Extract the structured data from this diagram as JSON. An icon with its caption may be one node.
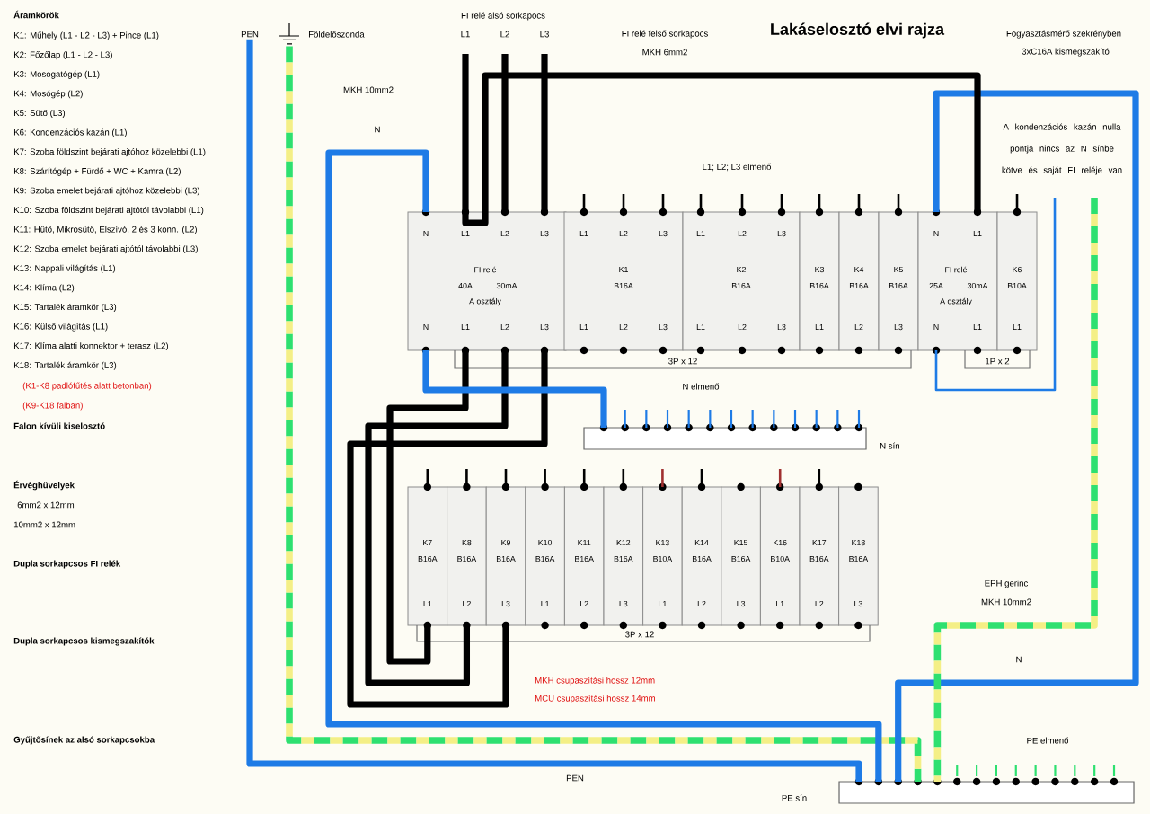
{
  "diagram": {
    "title": "Lakáselosztó elvi rajza",
    "nodes": [
      {
        "text": [
          "N",
          "L1",
          "L2",
          "L3",
          "FI relé",
          "40A",
          "30mA",
          "A osztály",
          "N",
          "L1",
          "L2",
          "L3"
        ]
      },
      {
        "text": [
          "L1",
          "L2",
          "L3",
          "K1",
          "B16A",
          "L1",
          "L2",
          "L3"
        ]
      },
      {
        "text": [
          "L1",
          "L2",
          "L3",
          "K2",
          "B16A",
          "L1",
          "L2",
          "L3"
        ]
      },
      {
        "text": [
          "K3",
          "B16A",
          "L1"
        ]
      },
      {
        "text": [
          "K4",
          "B16A",
          "L2"
        ]
      },
      {
        "text": [
          "K5",
          "B16A",
          "L3"
        ]
      },
      {
        "text": [
          "N",
          "L1",
          "FI relé",
          "25A",
          "30mA",
          "A osztály",
          "N",
          "L1"
        ]
      },
      {
        "text": [
          "K6",
          "B10A",
          "L1"
        ]
      },
      {
        "text": [
          "K7",
          "B16A",
          "L1"
        ]
      },
      {
        "text": [
          "K8",
          "B16A",
          "L2"
        ]
      },
      {
        "text": [
          "K9",
          "B16A",
          "L3"
        ]
      },
      {
        "text": [
          "K10",
          "B16A",
          "L1"
        ]
      },
      {
        "text": [
          "K11",
          "B16A",
          "L2"
        ]
      },
      {
        "text": [
          "K12",
          "B16A",
          "L3"
        ]
      },
      {
        "text": [
          "K13",
          "B10A",
          "L1"
        ]
      },
      {
        "text": [
          "K14",
          "B16A",
          "L2"
        ]
      },
      {
        "text": [
          "K15",
          "B16A",
          "L3"
        ]
      },
      {
        "text": [
          "K16",
          "B10A",
          "L1"
        ]
      },
      {
        "text": [
          "K17",
          "B16A",
          "L2"
        ]
      },
      {
        "text": [
          "K18",
          "B16A",
          "L3"
        ]
      },
      {
        "text": [
          "N sín"
        ]
      },
      {
        "text": [
          "PE sín"
        ]
      },
      {
        "text": [],
        "shape": "symbol",
        "beside": [
          "Földelőszonda"
        ]
      },
      {
        "text": [
          "PEN"
        ]
      }
    ],
    "edges": [
      {
        "from": 23,
        "to": 21,
        "arrow": "none",
        "color": "#1e7be6"
      },
      {
        "from": 22,
        "to": 21,
        "arrow": "none",
        "style": "dashed",
        "color": "#2ee070"
      },
      {
        "from": 21,
        "to": 0,
        "arrow": "none",
        "color": "#1e7be6"
      },
      {
        "from": 6,
        "to": 21,
        "arrow": "none",
        "color": "#1e7be6"
      },
      {
        "from": 0,
        "to": 6,
        "arrow": "none"
      },
      {
        "from": null,
        "to": 0,
        "arrow": "none"
      },
      {
        "from": null,
        "to": 0,
        "arrow": "none"
      },
      {
        "from": null,
        "to": 0,
        "arrow": "none"
      },
      {
        "from": 0,
        "to": 8,
        "arrow": "none"
      },
      {
        "from": 0,
        "to": 9,
        "arrow": "none"
      },
      {
        "from": 0,
        "to": 10,
        "arrow": "none"
      },
      {
        "from": 0,
        "to": 20,
        "arrow": "none",
        "color": "#1e7be6"
      },
      {
        "from": null,
        "to": 21,
        "arrow": "none",
        "style": "dashed",
        "color": "#2ee070"
      },
      {
        "from": 6,
        "to": null,
        "arrow": "none",
        "color": "#1e7be6"
      }
    ],
    "labels": [
      "Áramkörök",
      "K1: Műhely (L1 - L2 - L3) + Pince (L1)",
      "K2: Főzőlap (L1 - L2 - L3)",
      "K3: Mosogatógép (L1)",
      "K4: Mosógép (L2)",
      "K5: Sütő (L3)",
      "K6: Kondenzációs kazán (L1)",
      "K7: Szoba földszint bejárati ajtóhoz közelebbi (L1)",
      "K8: Szárítógép + Fürdő + WC + Kamra (L2)",
      "K9: Szoba emelet bejárati ajtóhoz közelebbi (L3)",
      "K10: Szoba földszint bejárati ajtótól távolabbi (L1)",
      "K11: Hűtő, Mikrosütő, Elszívó, 2 és 3 konn. (L2)",
      "K12: Szoba emelet bejárati ajtótól távolabbi (L3)",
      "K13: Nappali világítás (L1)",
      "K14: Klíma (L2)",
      "K15: Tartalék áramkör (L3)",
      "K16: Külső világítás (L1)",
      "K17: Klíma alatti konnektor + terasz (L2)",
      "K18: Tartalék áramkör (L3)",
      "(K1-K8 padlófűtés alatt betonban)",
      "(K9-K18 falban)",
      "Falon kívüli kiselosztó",
      "Érvéghüvelyek",
      "6mm2 x 12mm",
      "10mm2 x 12mm",
      "Dupla sorkapcsos FI relék",
      "Dupla sorkapcsos kismegszakítók",
      "Gyűjtősínek az alsó sorkapcsokba",
      "FI relé alsó sorkapocs",
      "L1",
      "L2",
      "L3",
      "FI relé felső sorkapocs",
      "MKH 6mm2",
      "Fogyasztásmérő szekrényben",
      "3xC16A kismegszakító",
      "MKH 10mm2",
      "N",
      "A kondenzációs kazán nulla pontja nincs az N sínbe kötve és saját FI reléje van",
      "L1; L2; L3 elmenő",
      "3P x 12",
      "1P x 2",
      "N elmenő",
      "3P x 12",
      "EPH gerinc",
      "MKH 10mm2",
      "N",
      "MKH csupaszítási hossz 12mm",
      "MCU csupaszítási hossz 14mm",
      "PE elmenő",
      "PEN"
    ]
  }
}
